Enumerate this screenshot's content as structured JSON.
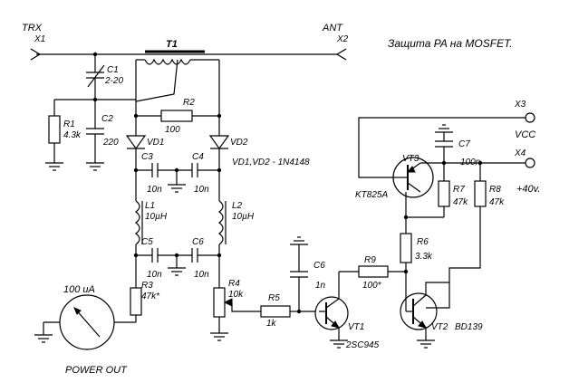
{
  "title": "Защита PA на MOSFET.",
  "connectors": {
    "trx_name": "TRX",
    "trx_ref": "X1",
    "ant_name": "ANT",
    "ant_ref": "X2",
    "x3_ref": "X3",
    "x3_name": "VCC",
    "x4_ref": "X4",
    "x4_name": "+40v."
  },
  "components": {
    "T1": "T1",
    "C1": "C1",
    "C1_val": "2-20",
    "C2": "C2",
    "C2_val": "220",
    "R1": "R1",
    "R1_val": "4.3k",
    "R2": "R2",
    "R2_val": "100",
    "VD1": "VD1",
    "VD2": "VD2",
    "VD_note": "VD1,VD2 - 1N4148",
    "C3": "C3",
    "C3_val": "10n",
    "C4": "C4",
    "C4_val": "10n",
    "L1": "L1",
    "L1_val": "10µH",
    "L2": "L2",
    "L2_val": "10µH",
    "C5": "C5",
    "C5_val": "10n",
    "C6a": "C6",
    "C6a_val": "10n",
    "R3": "R3",
    "R3_val": "47k*",
    "R4": "R4",
    "R4_val": "10k",
    "R5": "R5",
    "R5_val": "1k",
    "C6b": "C6",
    "C6b_val": "1n",
    "R9": "R9",
    "R9_val": "100*",
    "R6": "R6",
    "R6_val": "3.3k",
    "R7": "R7",
    "R7_val": "47k",
    "R8": "R8",
    "R8_val": "47k",
    "C7": "C7",
    "C7_val": "100n",
    "VT3": "VT3",
    "VT3_type": "KT825A",
    "VT1": "VT1",
    "VT1_type": "2SC945",
    "VT2": "VT2",
    "VT2_type": "BD139"
  },
  "meter": {
    "scale": "100 uA",
    "caption": "POWER OUT"
  }
}
